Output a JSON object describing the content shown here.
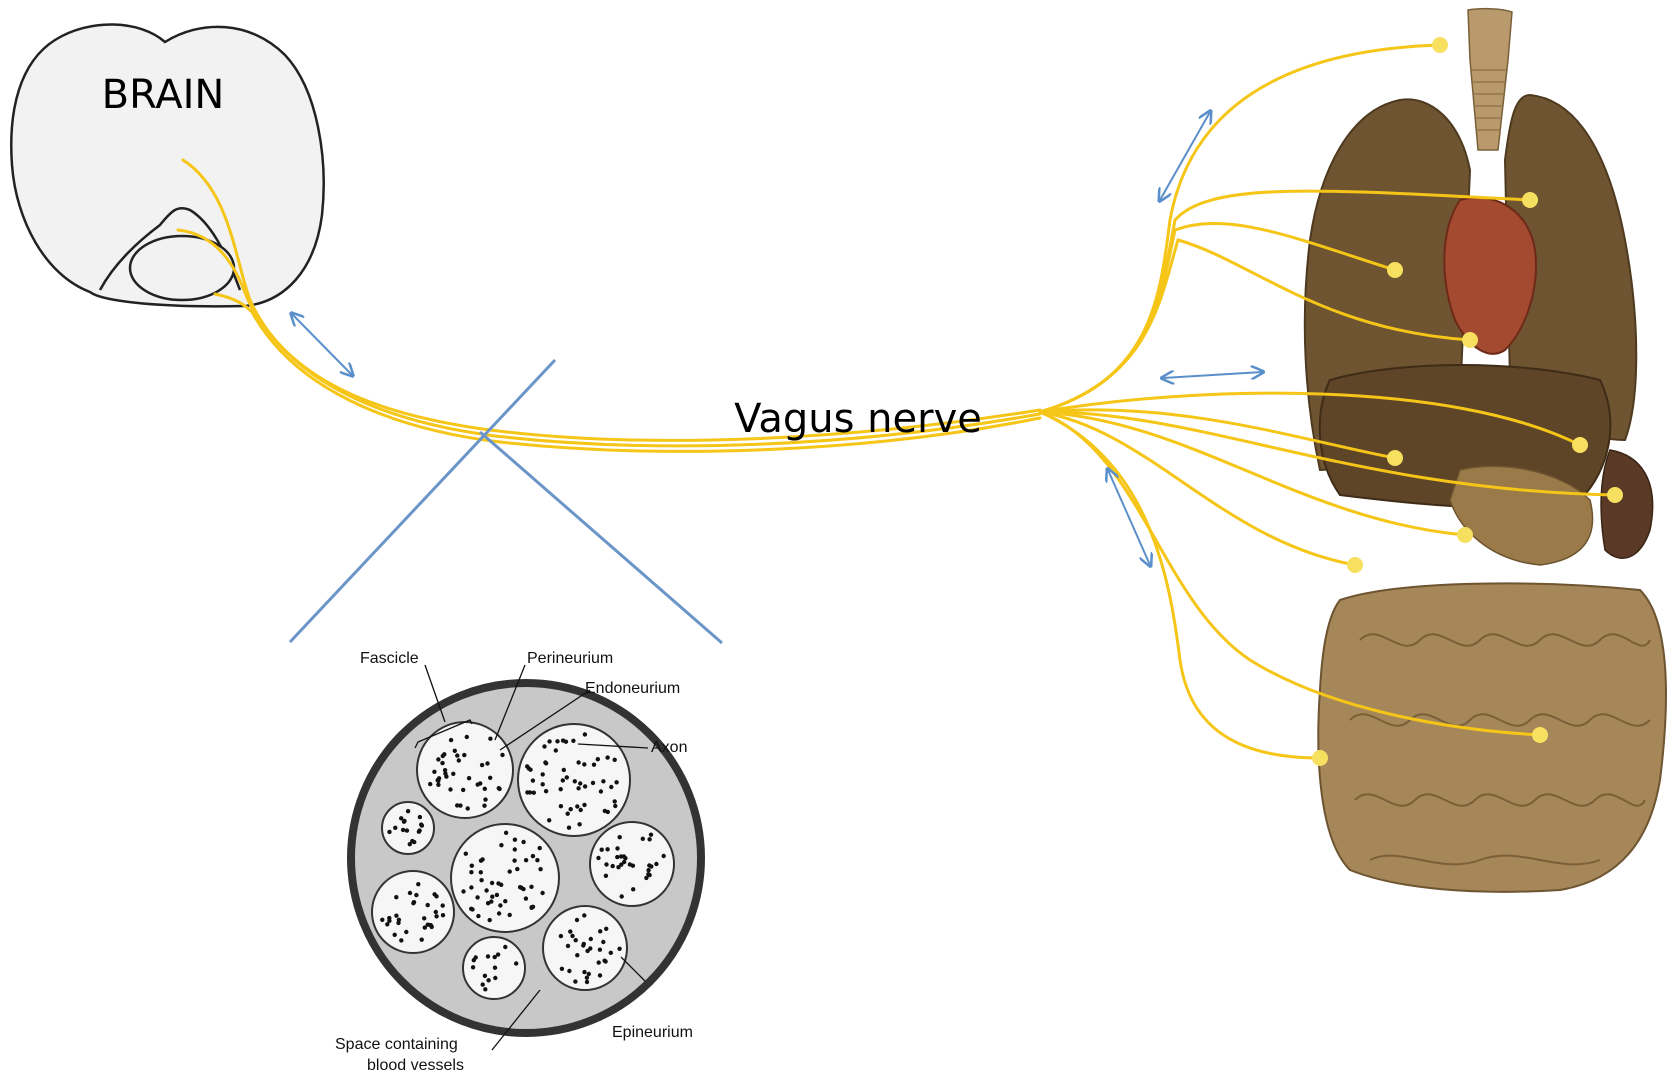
{
  "diagram": {
    "brain_label": "BRAIN",
    "nerve_label": "Vagus nerve",
    "cross_section_labels": {
      "fascicle": "Fascicle",
      "perineurium": "Perineurium",
      "endoneurium": "Endoneurium",
      "axon": "Axon",
      "epineurium": "Epineurium",
      "space_line1": "Space containing",
      "space_line2": "blood vessels"
    }
  },
  "colors": {
    "nerve": "#f5c518",
    "nerve_node": "#f7e060",
    "arrow": "#5b8fc9",
    "zoom_lines": "#6b95c8",
    "brain_fill": "#f2f2f2",
    "brain_stroke": "#222222",
    "organs": "#8a6a3c",
    "lungs": "#6e5431",
    "heart": "#a34a30",
    "epineurium_ring": "#333333",
    "nerve_fill": "#c8c8c8",
    "fascicle_fill": "#f6f6f6"
  }
}
